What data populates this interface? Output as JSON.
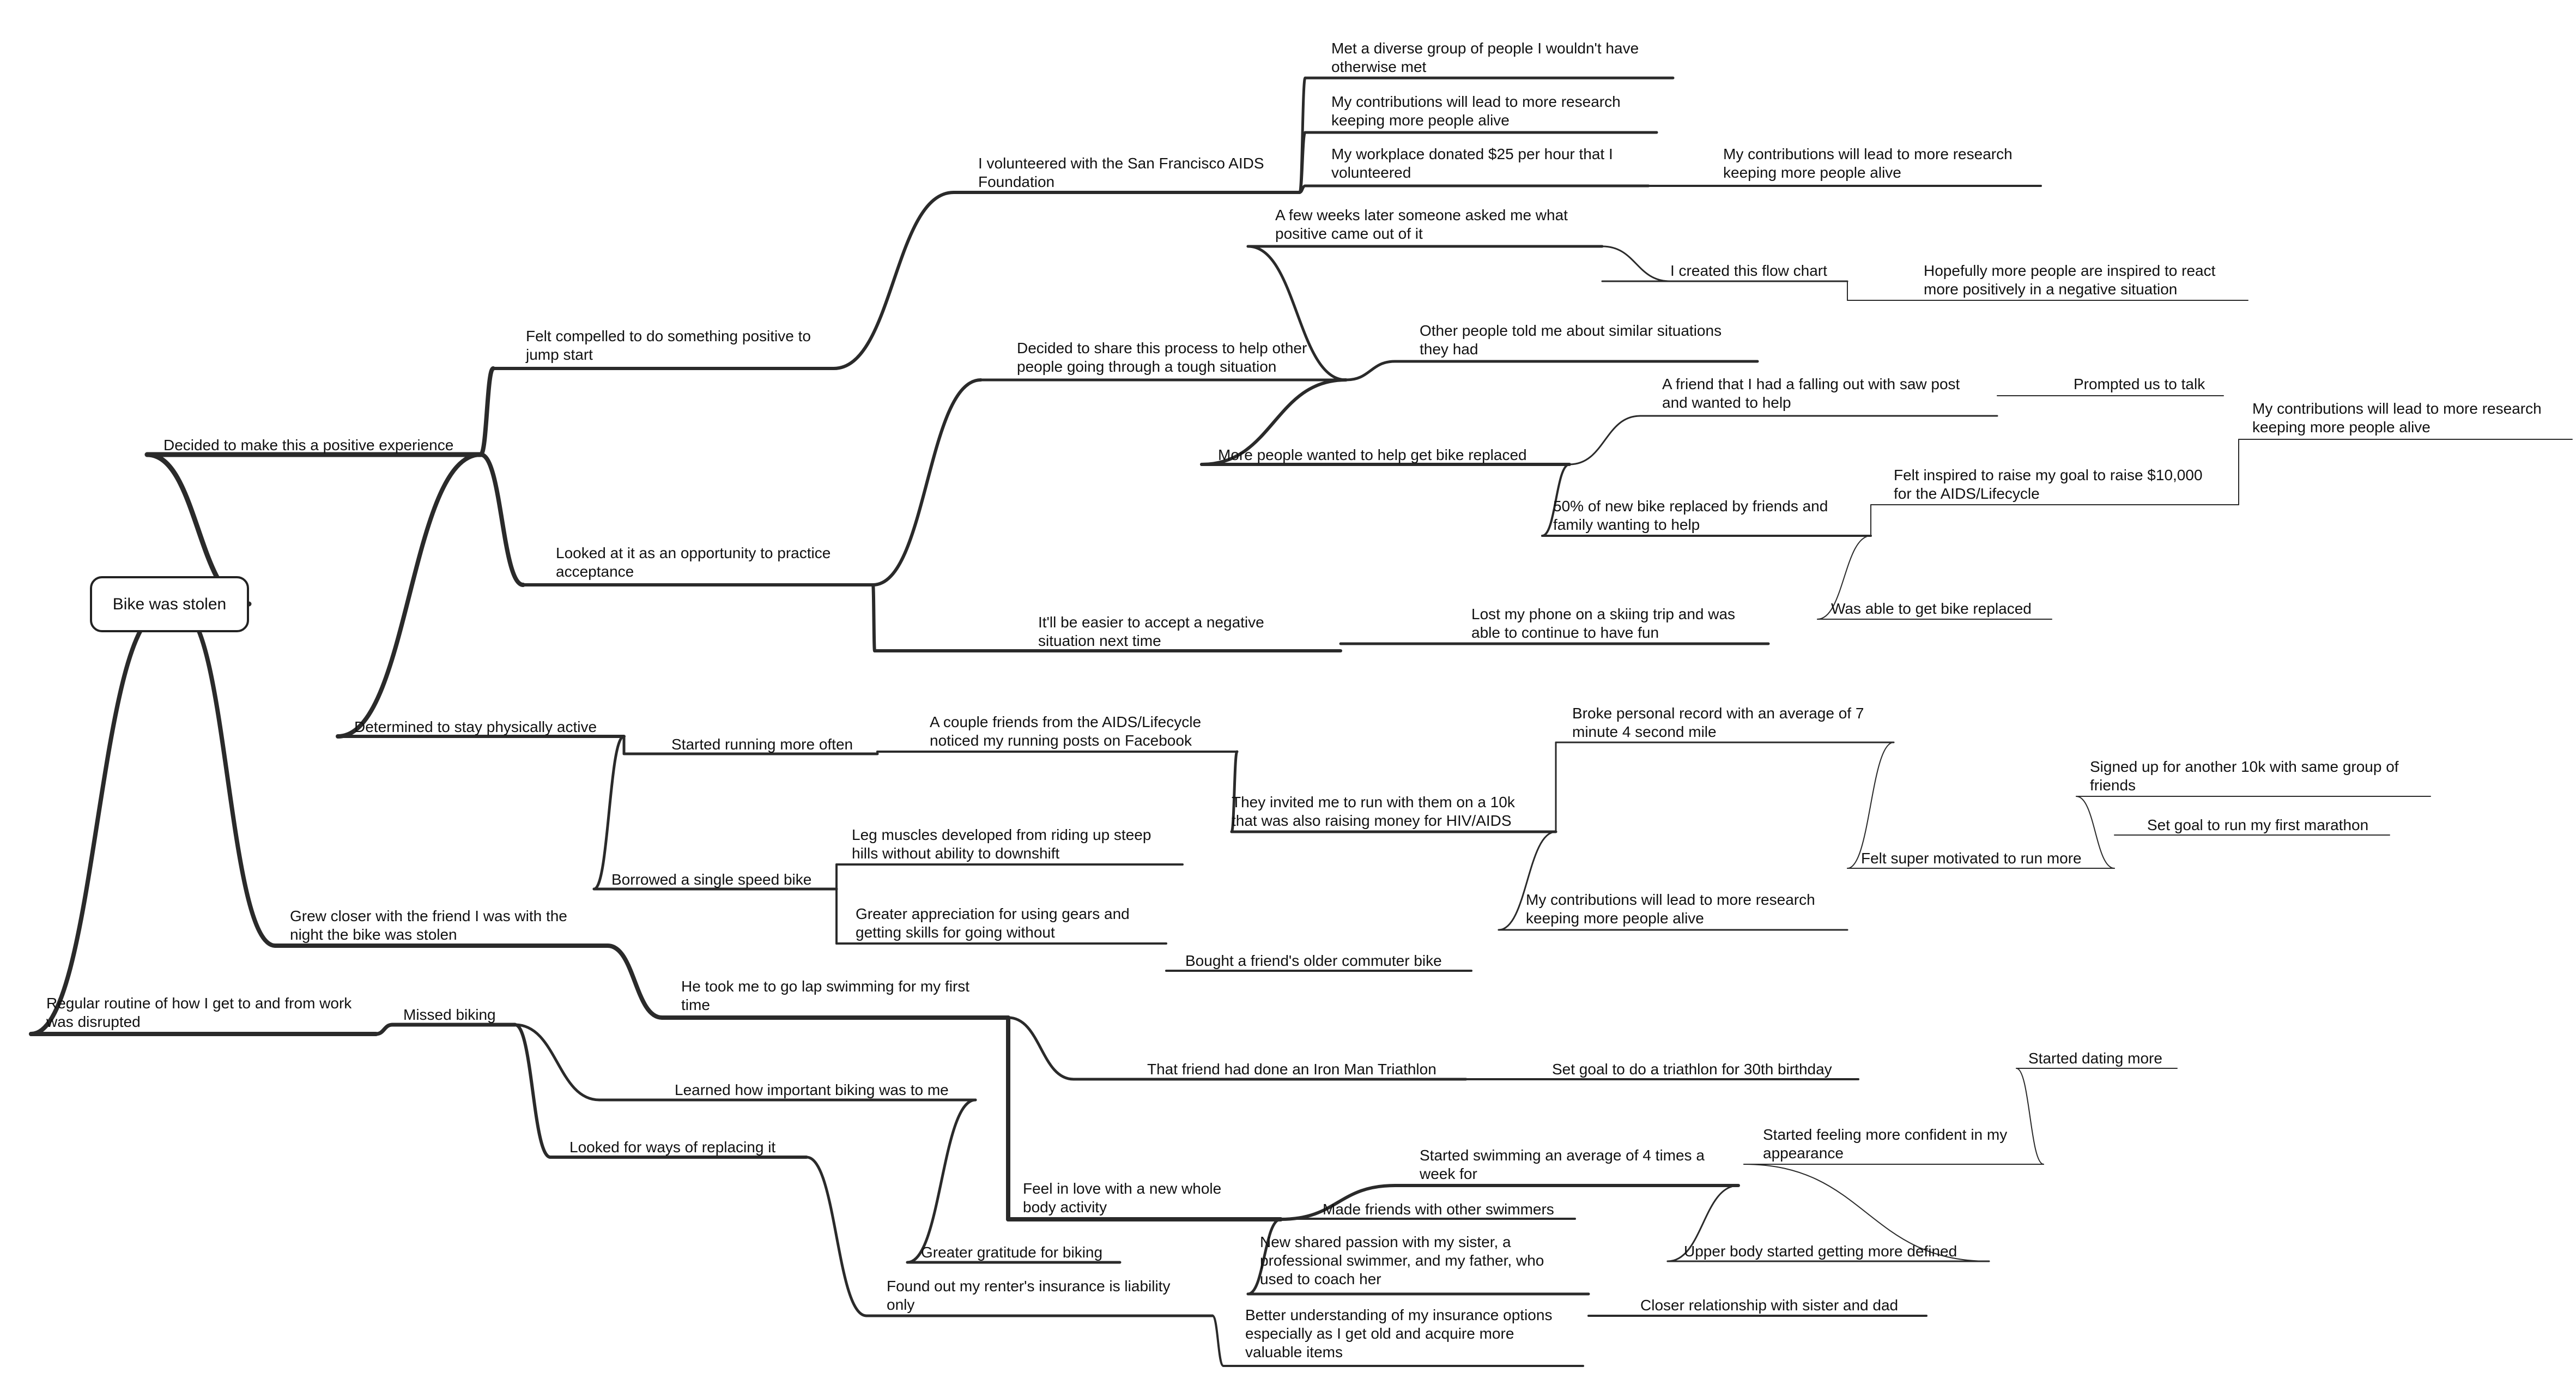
{
  "root": "Bike was stolen",
  "nodes": {
    "n1": [
      "Decided to make this a positive experience"
    ],
    "n2": [
      "Felt compelled to do something positive to",
      "jump start"
    ],
    "n3": [
      "I volunteered with the San Francisco AIDS",
      "Foundation"
    ],
    "n4": [
      "Met a diverse group of people I wouldn't have",
      "otherwise met"
    ],
    "n5": [
      "My contributions will lead to more research",
      "keeping more people alive"
    ],
    "n6": [
      "My workplace donated $25 per hour that I",
      "volunteered"
    ],
    "n7": [
      "My contributions will lead to more research",
      "keeping more people alive"
    ],
    "n8": [
      "Looked at it as an opportunity to practice",
      "acceptance"
    ],
    "n9": [
      "Decided to share this process to help other",
      "people going through a tough situation"
    ],
    "n10": [
      "A few weeks later someone asked me what",
      "positive came out of it"
    ],
    "n11": [
      "I created this flow chart"
    ],
    "n12": [
      "Hopefully more people are inspired to react",
      "more positively in a negative situation"
    ],
    "n13": [
      "Other people told me about similar situations",
      "they had"
    ],
    "n14": [
      "More people wanted to help get bike replaced"
    ],
    "n15": [
      "A friend that I had a falling out with saw post",
      "and wanted to help"
    ],
    "n16": [
      "Prompted us to talk"
    ],
    "n17": [
      "50% of new bike replaced by friends and",
      "family wanting to help"
    ],
    "n18": [
      "Felt inspired to raise my goal to raise $10,000",
      "for the AIDS/Lifecycle"
    ],
    "n19": [
      "My contributions will lead to more research",
      "keeping more people alive"
    ],
    "n20": [
      "Was able to get bike replaced"
    ],
    "n21": [
      "It'll be easier to accept a negative",
      "situation next time"
    ],
    "n22": [
      "Lost my phone on a skiing trip and was",
      "able to continue to have fun"
    ],
    "n23": [
      "Determined to stay physically active"
    ],
    "n24": [
      "Started running more often"
    ],
    "n25": [
      "A couple friends from the AIDS/Lifecycle",
      "noticed my running posts on Facebook"
    ],
    "n26": [
      "They invited me to run with them on a 10k",
      "that was also raising money for HIV/AIDS"
    ],
    "n27": [
      "Broke personal record with an average of 7",
      "minute 4 second mile"
    ],
    "n28": [
      "Felt super motivated to run more"
    ],
    "n29": [
      "Signed up for another 10k with same group of",
      "friends"
    ],
    "n30": [
      "Set goal to run my first marathon"
    ],
    "n31": [
      "My contributions will lead to more research",
      "keeping more people alive"
    ],
    "n32": [
      "Borrowed a single speed bike"
    ],
    "n33": [
      "Leg muscles developed from riding up steep",
      "hills without ability to downshift"
    ],
    "n34": [
      "Greater appreciation for using gears and",
      "getting skills for going without"
    ],
    "n35": [
      "Bought a friend's older commuter bike"
    ],
    "n36": [
      "Grew closer with the friend I was with the",
      "night the bike was stolen"
    ],
    "n37": [
      "He took me to go lap swimming for my first",
      "time"
    ],
    "n38": [
      "That friend had done an Iron Man Triathlon"
    ],
    "n39": [
      "Set goal to do a triathlon for 30th birthday"
    ],
    "n40": [
      "Feel in love with a new whole",
      "body activity"
    ],
    "n41": [
      "Started swimming an average of 4 times a",
      "week for"
    ],
    "n42": [
      "Made friends with other swimmers"
    ],
    "n43": [
      "Upper body started getting more defined"
    ],
    "n44": [
      "Started feeling more confident in my",
      "appearance"
    ],
    "n45": [
      "Started dating more"
    ],
    "n46": [
      "New shared passion with my sister, a",
      "professional swimmer, and my father, who",
      "used to coach her"
    ],
    "n47": [
      "Closer relationship with sister and dad"
    ],
    "n48": [
      "Regular routine of how I get to and from work",
      "was disrupted"
    ],
    "n49": [
      "Missed biking"
    ],
    "n50": [
      "Learned how important biking was to me"
    ],
    "n51": [
      "Greater gratitude for biking"
    ],
    "n52": [
      "Looked for ways of replacing it"
    ],
    "n53": [
      "Found out my renter's insurance is liability",
      "only"
    ],
    "n54": [
      "Better understanding of my insurance options",
      "especially as I get old and acquire more",
      "valuable items"
    ]
  }
}
